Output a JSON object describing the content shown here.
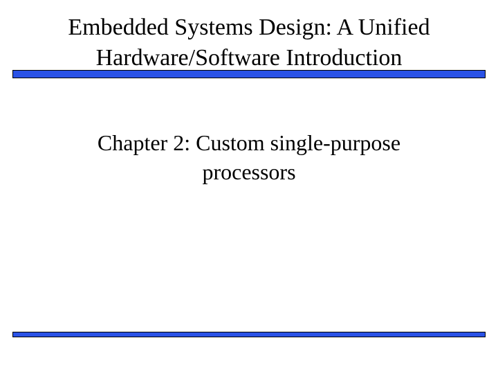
{
  "slide": {
    "title_line1": "Embedded Systems Design: A Unified",
    "title_line2": "Hardware/Software Introduction",
    "subtitle_line1": "Chapter 2: Custom single-purpose",
    "subtitle_line2": "processors",
    "accent_color": "#2a52e6"
  }
}
